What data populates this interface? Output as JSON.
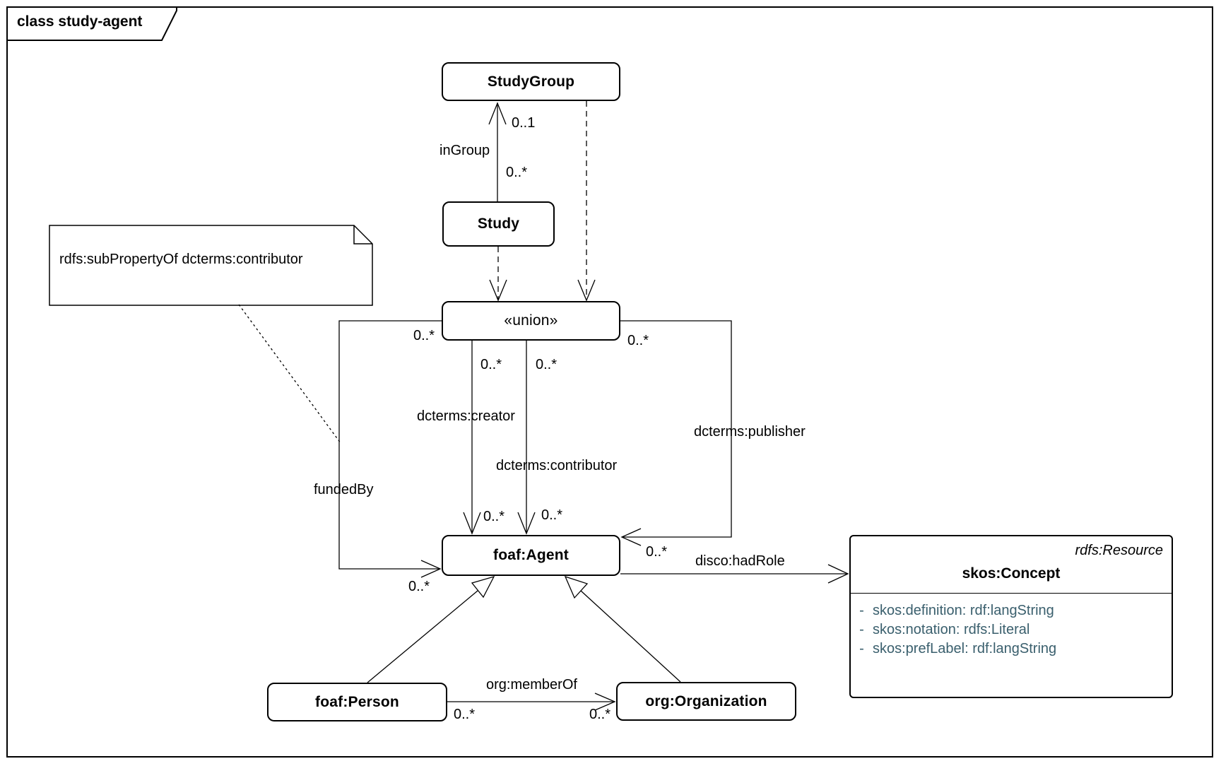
{
  "frame": {
    "title": "class study-agent"
  },
  "nodes": {
    "study_group": {
      "label": "StudyGroup"
    },
    "study": {
      "label": "Study"
    },
    "union": {
      "label": "«union»"
    },
    "agent": {
      "label": "foaf:Agent"
    },
    "person": {
      "label": "foaf:Person"
    },
    "organization": {
      "label": "org:Organization"
    },
    "concept": {
      "stereotype": "rdfs:Resource",
      "label": "skos:Concept",
      "attributes": [
        {
          "visibility": "-",
          "text": "skos:definition: rdf:langString"
        },
        {
          "visibility": "-",
          "text": "skos:notation: rdfs:Literal"
        },
        {
          "visibility": "-",
          "text": "skos:prefLabel: rdf:langString"
        }
      ]
    }
  },
  "note": {
    "text": "rdfs:subPropertyOf dcterms:contributor"
  },
  "edges": {
    "ingroup": {
      "label": "inGroup",
      "source_mult": "0..*",
      "target_mult": "0..1"
    },
    "fundedby": {
      "label": "fundedBy",
      "source_mult": "0..*",
      "target_mult": "0..*"
    },
    "creator": {
      "label": "dcterms:creator",
      "source_mult": "0..*",
      "target_mult": "0..*"
    },
    "contributor": {
      "label": "dcterms:contributor",
      "source_mult": "0..*",
      "target_mult": "0..*"
    },
    "publisher": {
      "label": "dcterms:publisher",
      "source_mult": "0..*",
      "target_mult": "0..*"
    },
    "hadrole": {
      "label": "disco:hadRole"
    },
    "memberof": {
      "label": "org:memberOf",
      "source_mult": "0..*",
      "target_mult": "0..*"
    }
  },
  "colors": {
    "line": "#000000",
    "attribute_text": "#3a5f6d",
    "background": "#ffffff"
  }
}
